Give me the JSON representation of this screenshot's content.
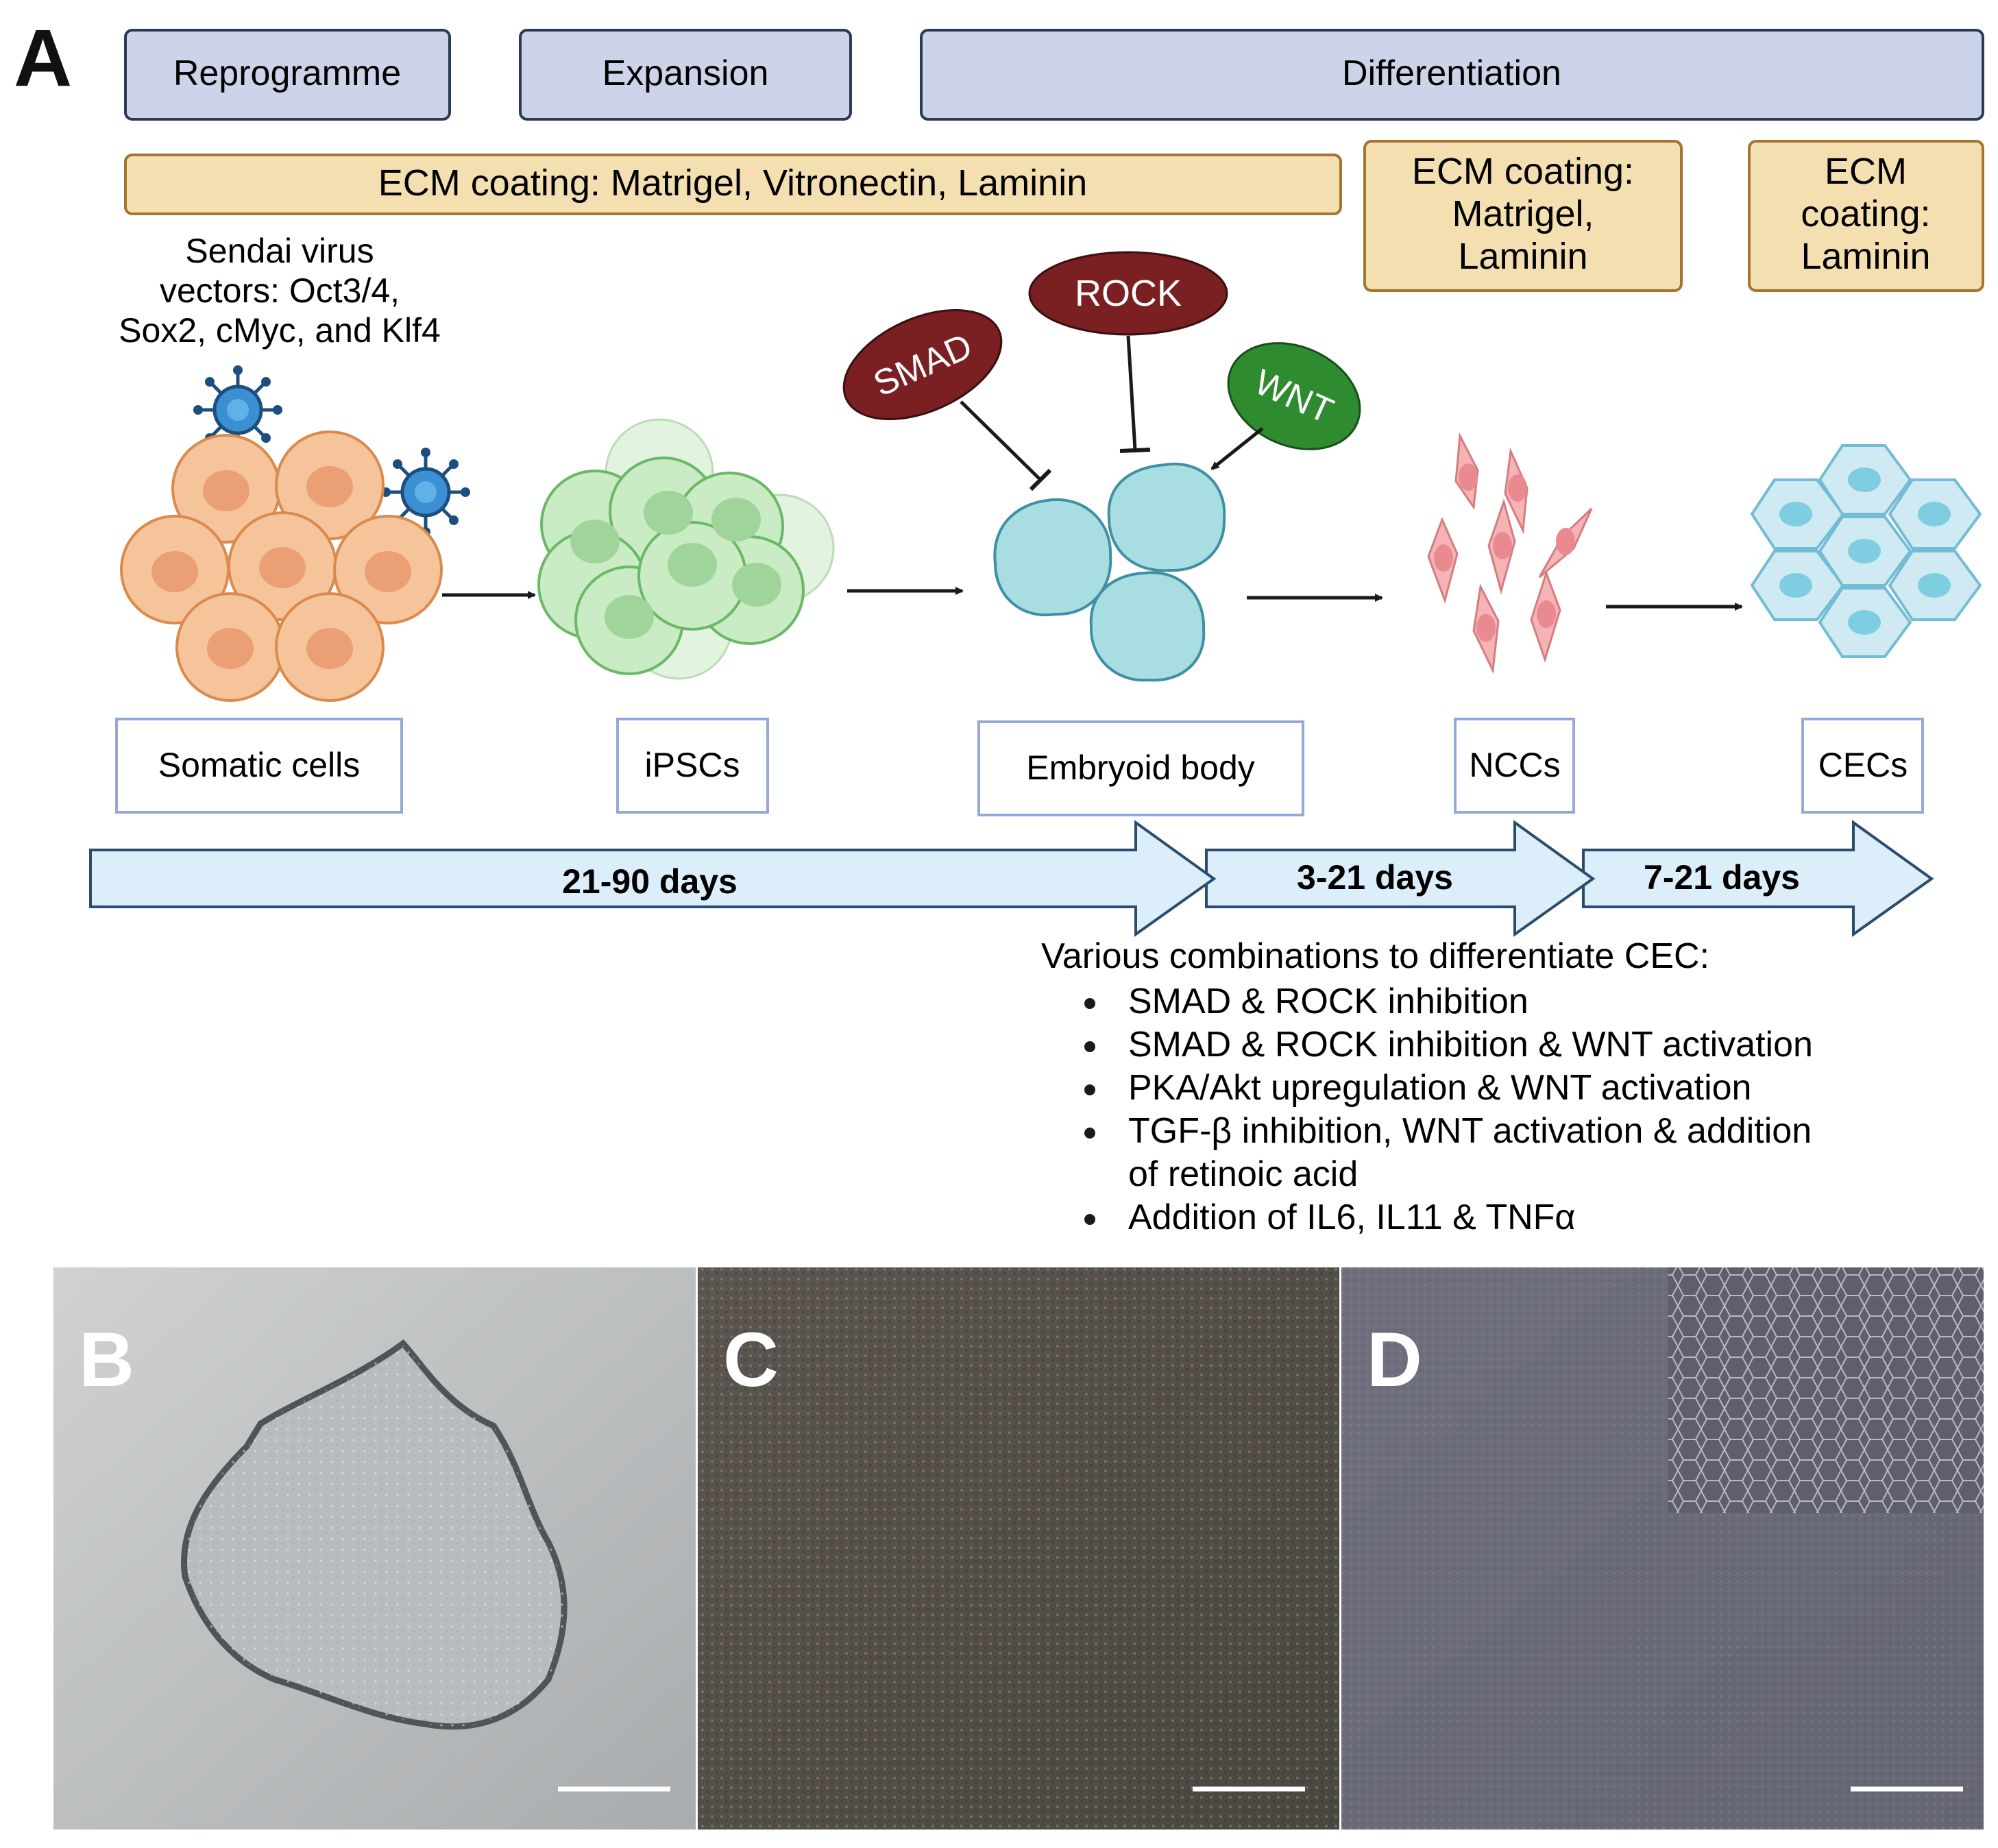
{
  "panel_labels": {
    "a": "A",
    "b": "B",
    "c": "C",
    "d": "D"
  },
  "phases": {
    "reprogramme": "Reprogramme",
    "expansion": "Expansion",
    "differentiation": "Differentiation"
  },
  "ecm": {
    "first": "ECM coating: Matrigel, Vitronectin, Laminin",
    "second": [
      "ECM coating:",
      "Matrigel,",
      "Laminin"
    ],
    "third": [
      "ECM",
      "coating:",
      "Laminin"
    ]
  },
  "sendai": [
    "Sendai virus",
    "vectors: Oct3/4,",
    "Sox2, cMyc, and Klf4"
  ],
  "signals": {
    "smad": "SMAD",
    "rock": "ROCK",
    "wnt": "WNT"
  },
  "stages": {
    "somatic": "Somatic cells",
    "ipsc": "iPSCs",
    "eb": "Embryoid body",
    "ncc": "NCCs",
    "cec": "CECs"
  },
  "durations": {
    "d1": "21-90 days",
    "d2": "3-21 days",
    "d3": "7-21 days"
  },
  "combos": {
    "title": "Various combinations to differentiate CEC:",
    "items": [
      "SMAD & ROCK inhibition",
      "SMAD & ROCK inhibition & WNT activation",
      "PKA/Akt upregulation & WNT activation",
      "TGF-β inhibition, WNT activation & addition",
      "of retinoic acid",
      "Addition of IL6, IL11 & TNFα"
    ]
  },
  "colors": {
    "phase_fill": "#cdd3e8",
    "phase_stroke": "#2b3a57",
    "ecm_fill": "#f4dfb0",
    "ecm_stroke": "#a5752f",
    "signal_red": "#7a1f22",
    "signal_green": "#2e8b2f",
    "somatic": "#f6c49b",
    "ipsc": "#c9ecc4",
    "eb": "#a8dde2",
    "ncc": "#f4b4b6",
    "cec": "#cfeaf3",
    "timeline": "#dceefa"
  }
}
